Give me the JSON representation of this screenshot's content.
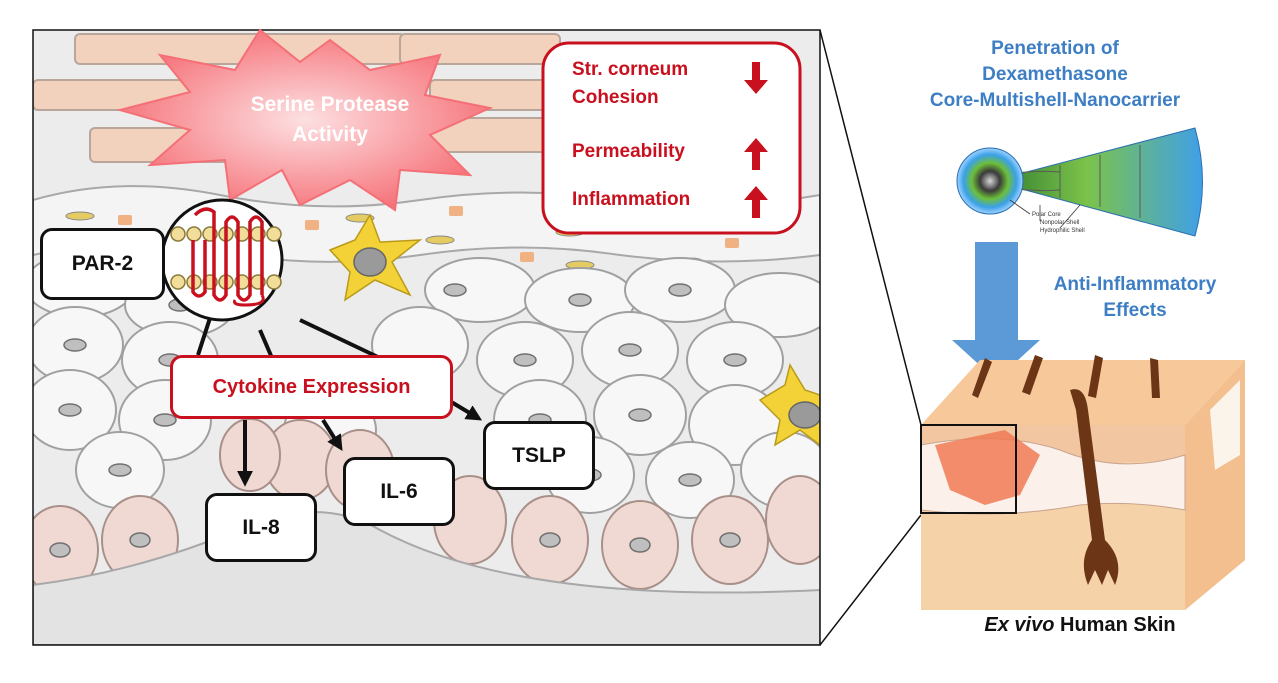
{
  "left_panel": {
    "burst_label_line1": "Serine Protease",
    "burst_label_line2": "Activity",
    "effects": [
      {
        "line1": "Str. corneum",
        "line2": "Cohesion",
        "direction": "down"
      },
      {
        "line1": "Permeability",
        "line2": "",
        "direction": "up"
      },
      {
        "line1": "Inflammation",
        "line2": "",
        "direction": "up"
      }
    ],
    "receptor_label": "PAR-2",
    "cytokine_label": "Cytokine Expression",
    "cytokines": [
      "IL-8",
      "IL-6",
      "TSLP"
    ]
  },
  "right_panel": {
    "title_line1": "Penetration of",
    "title_line2": "Dexamethasone",
    "title_line3": "Core-Multishell-Nanocarrier",
    "nanocarrier_legend": [
      "Polar Core",
      "Nonpolar Shell",
      "Hydrophilic Shell"
    ],
    "effect_line1": "Anti-Inflammatory",
    "effect_line2": "Effects",
    "caption_italic": "Ex vivo",
    "caption_rest": " Human Skin"
  },
  "colors": {
    "accent_blue": "#3d7ec4",
    "accent_red": "#c8101e",
    "burst_pink": "#f56f76",
    "cell_keratinocyte": "#f7f7f7",
    "cell_basal": "#efd9d2",
    "dendritic_cell": "#f3d238",
    "arrow_blue": "#5b9ad6",
    "skin_tan": "#f6d2a8",
    "hair_brown": "#6b3516"
  }
}
